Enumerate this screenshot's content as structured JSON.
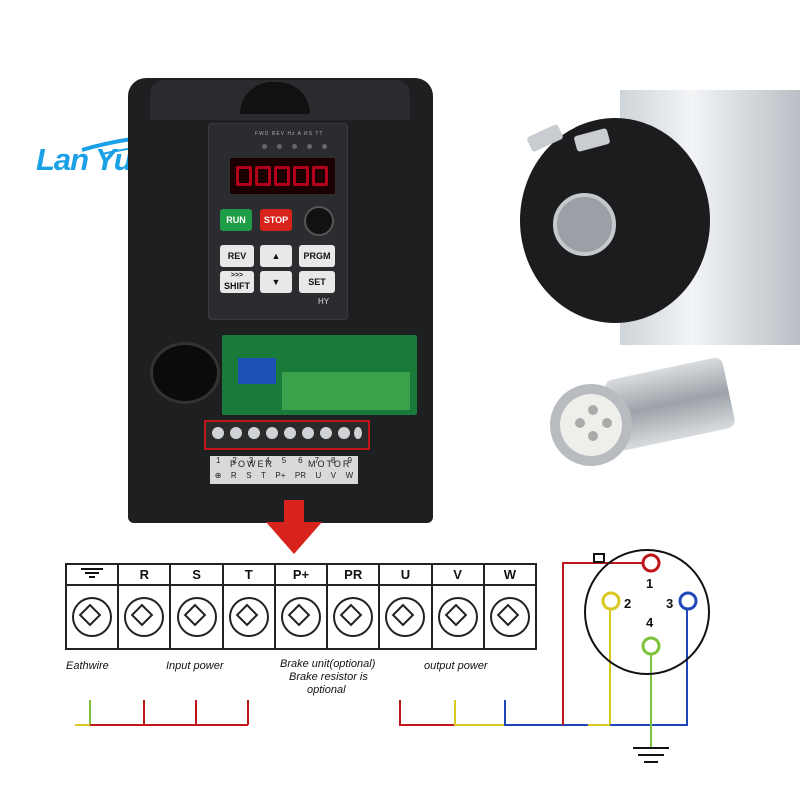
{
  "logo": {
    "text": "Lan Yu Xuan",
    "color": "#1aa0e6"
  },
  "inverter": {
    "keys": {
      "run": "RUN",
      "stop": "STOP",
      "rev": "REV",
      "prgm": "PRGM",
      "shift_top": ">>>",
      "shift": "SHIFT",
      "set": "SET",
      "up": "▲",
      "down": "▼"
    },
    "brand": "HY",
    "leds": "FWD REV Hz A RS TT",
    "power_label": "POWER",
    "motor_label": "MOTOR",
    "power_numbers": [
      "1",
      "2",
      "3",
      "4",
      "5",
      "6",
      "7",
      "8",
      "9"
    ],
    "power_letters": [
      "⊕",
      "R",
      "S",
      "T",
      "P+",
      "PR",
      "U",
      "V",
      "W"
    ]
  },
  "wiring": {
    "headers": [
      "",
      "R",
      "S",
      "T",
      "P+",
      "PR",
      "U",
      "V",
      "W"
    ],
    "captions": {
      "earth": "Eathwire",
      "input": "Input power",
      "brake_1": "Brake unit(optional)",
      "brake_2": "Brake resistor is",
      "brake_3": "optional",
      "output": "output power"
    },
    "pins": [
      "1",
      "2",
      "3",
      "4"
    ],
    "colors": {
      "red": "#c0161b",
      "green": "#7cc33b",
      "yellow": "#d8c81f",
      "blue": "#2047b8",
      "arrow": "#d8221c"
    }
  }
}
